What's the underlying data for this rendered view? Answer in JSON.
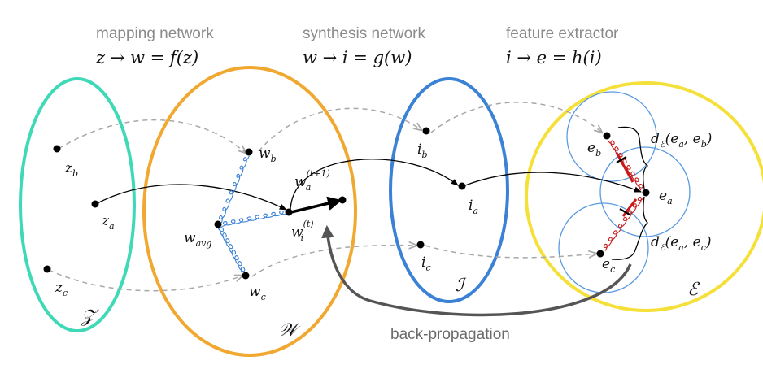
{
  "colors": {
    "z_space": "#3fd9b8",
    "w_space": "#f0a830",
    "i_space": "#3b82d6",
    "e_space": "#f5e03a",
    "neighborhood": "#5a9be0",
    "spring_blue": "#3b82d6",
    "spring_red": "#c81a1a",
    "dashed": "#a8a8a8",
    "backprop": "#555555"
  },
  "headers": {
    "mapping_title": "mapping network",
    "mapping_eq": "z → w = f(z)",
    "synthesis_title": "synthesis network",
    "synthesis_eq": "w → i = g(w)",
    "feature_title": "feature extractor",
    "feature_eq": "i → e = h(i)"
  },
  "spaces": {
    "z": "𝒵",
    "w": "𝒲",
    "i": "ℐ",
    "e": "ℰ"
  },
  "points": {
    "z_b": {
      "base": "z",
      "sub": "b"
    },
    "z_a": {
      "base": "z",
      "sub": "a"
    },
    "z_c": {
      "base": "z",
      "sub": "c"
    },
    "w_b": {
      "base": "w",
      "sub": "b"
    },
    "w_avg": {
      "base": "w",
      "sub": "avg"
    },
    "w_c": {
      "base": "w",
      "sub": "c"
    },
    "w_i_t": {
      "base": "w",
      "sub": "i",
      "sup": "(t)"
    },
    "w_a_t1": {
      "base": "w",
      "sub": "a",
      "sup": "(t+1)"
    },
    "i_b": {
      "base": "i",
      "sub": "b"
    },
    "i_a": {
      "base": "i",
      "sub": "a"
    },
    "i_c": {
      "base": "i",
      "sub": "c"
    },
    "e_b": {
      "base": "e",
      "sub": "b"
    },
    "e_a": {
      "base": "e",
      "sub": "a"
    },
    "e_c": {
      "base": "e",
      "sub": "c"
    }
  },
  "distances": {
    "d_ab": {
      "d": "d",
      "sub": "ℰ",
      "args": "(e",
      "a": "a",
      "mid": ", e",
      "b": "b",
      "end": ")"
    },
    "d_ac": {
      "d": "d",
      "sub": "ℰ",
      "args": "(e",
      "a": "a",
      "mid": ", e",
      "b": "c",
      "end": ")"
    }
  },
  "backprop_label": "back-propagation"
}
